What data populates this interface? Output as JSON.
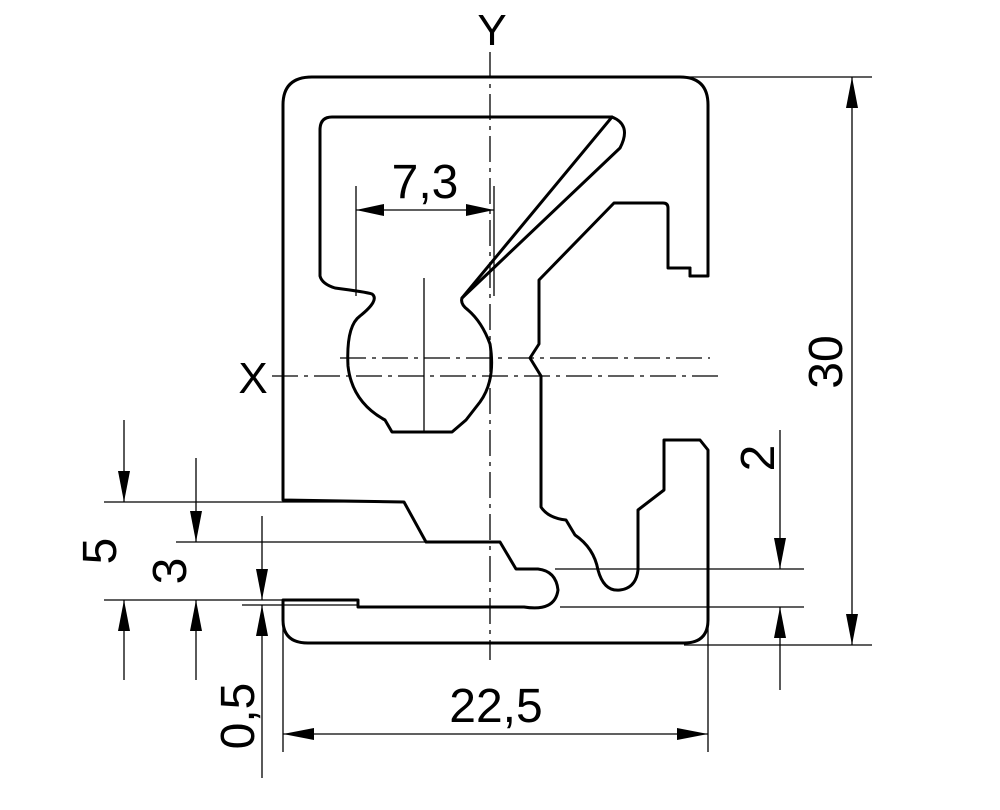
{
  "axes": {
    "x_label": "X",
    "y_label": "Y"
  },
  "dimensions": {
    "slot_width": "7,3",
    "total_height": "30",
    "total_width": "22,5",
    "lip_height": "2",
    "left_outer": "5",
    "left_inner": "3",
    "left_gap": "0,5"
  }
}
